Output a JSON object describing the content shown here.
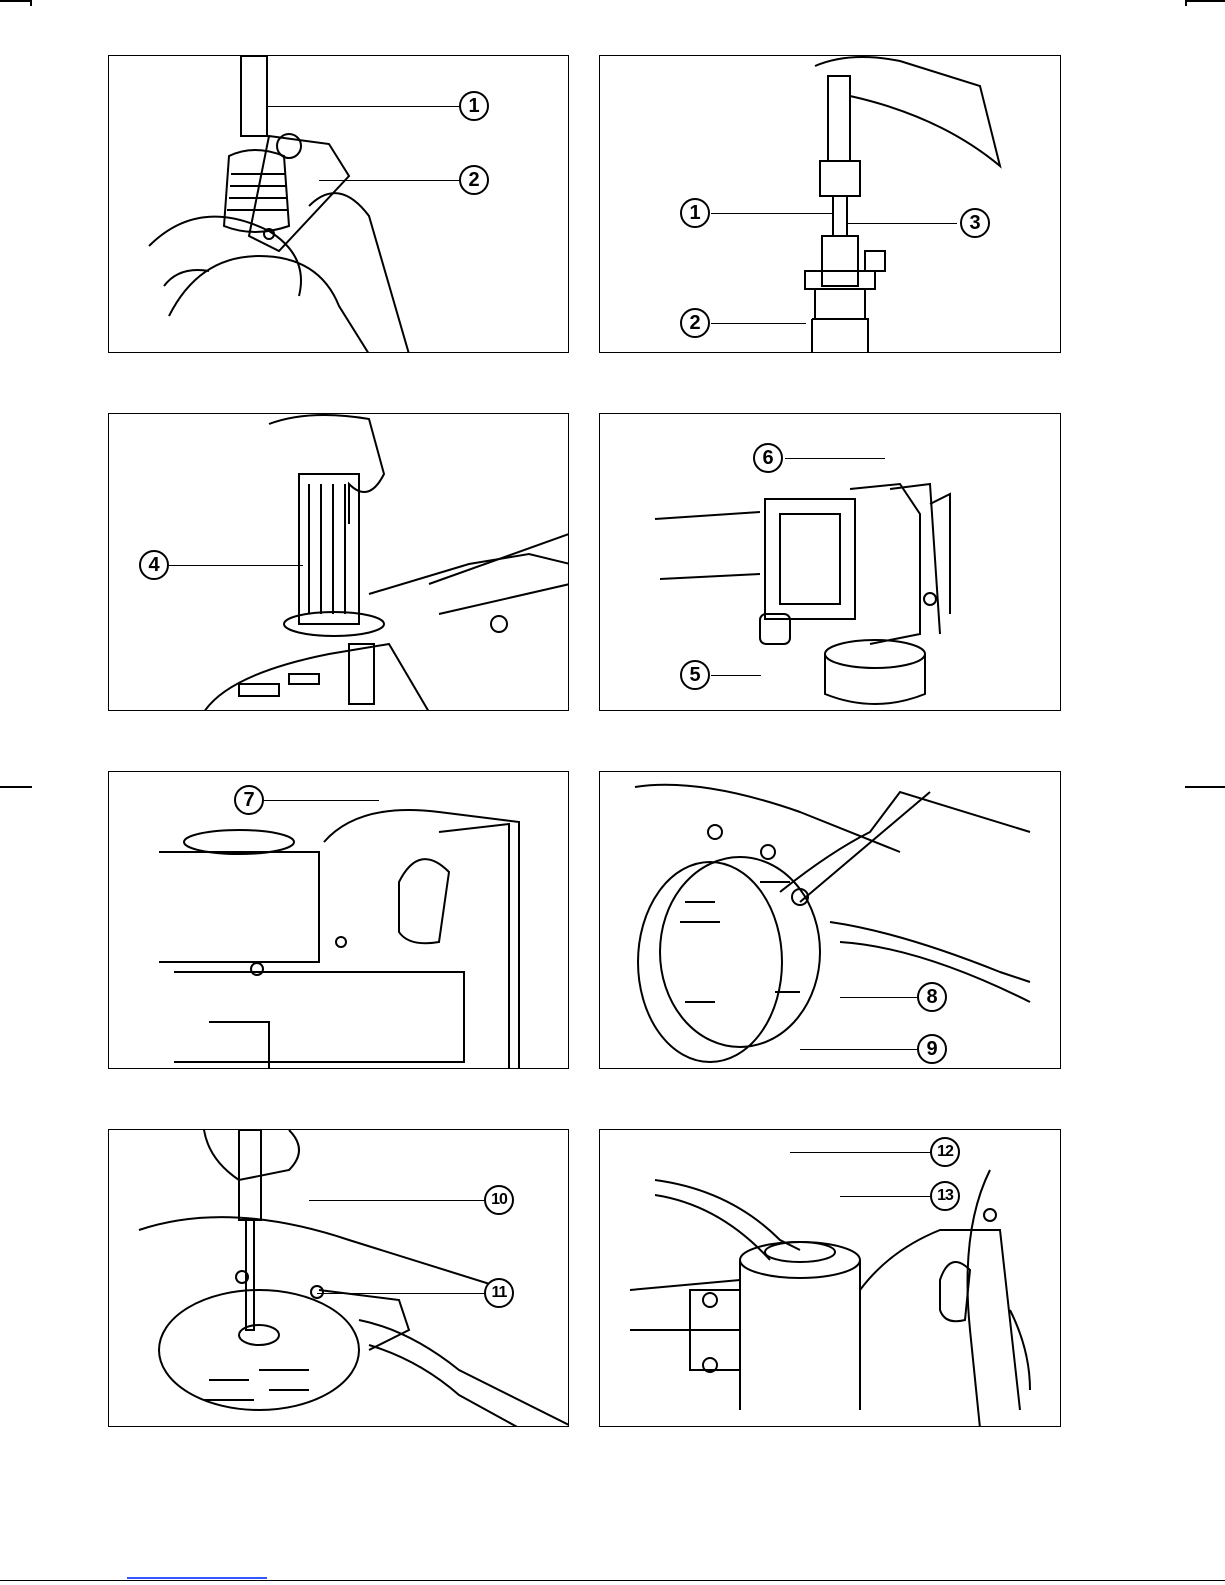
{
  "panels": [
    {
      "id": "p1",
      "callouts": [
        "1",
        "2"
      ]
    },
    {
      "id": "p2",
      "callouts": [
        "1",
        "3",
        "2"
      ]
    },
    {
      "id": "p3",
      "callouts": [
        "4"
      ]
    },
    {
      "id": "p4",
      "callouts": [
        "6",
        "5"
      ]
    },
    {
      "id": "p5",
      "callouts": [
        "7"
      ]
    },
    {
      "id": "p6",
      "callouts": [
        "8",
        "9"
      ]
    },
    {
      "id": "p7",
      "callouts": [
        "10",
        "11"
      ]
    },
    {
      "id": "p8",
      "callouts": [
        "12",
        "13"
      ]
    }
  ],
  "colors": {
    "line": "#000000",
    "paper": "#ffffff",
    "link": "#3355ff"
  }
}
